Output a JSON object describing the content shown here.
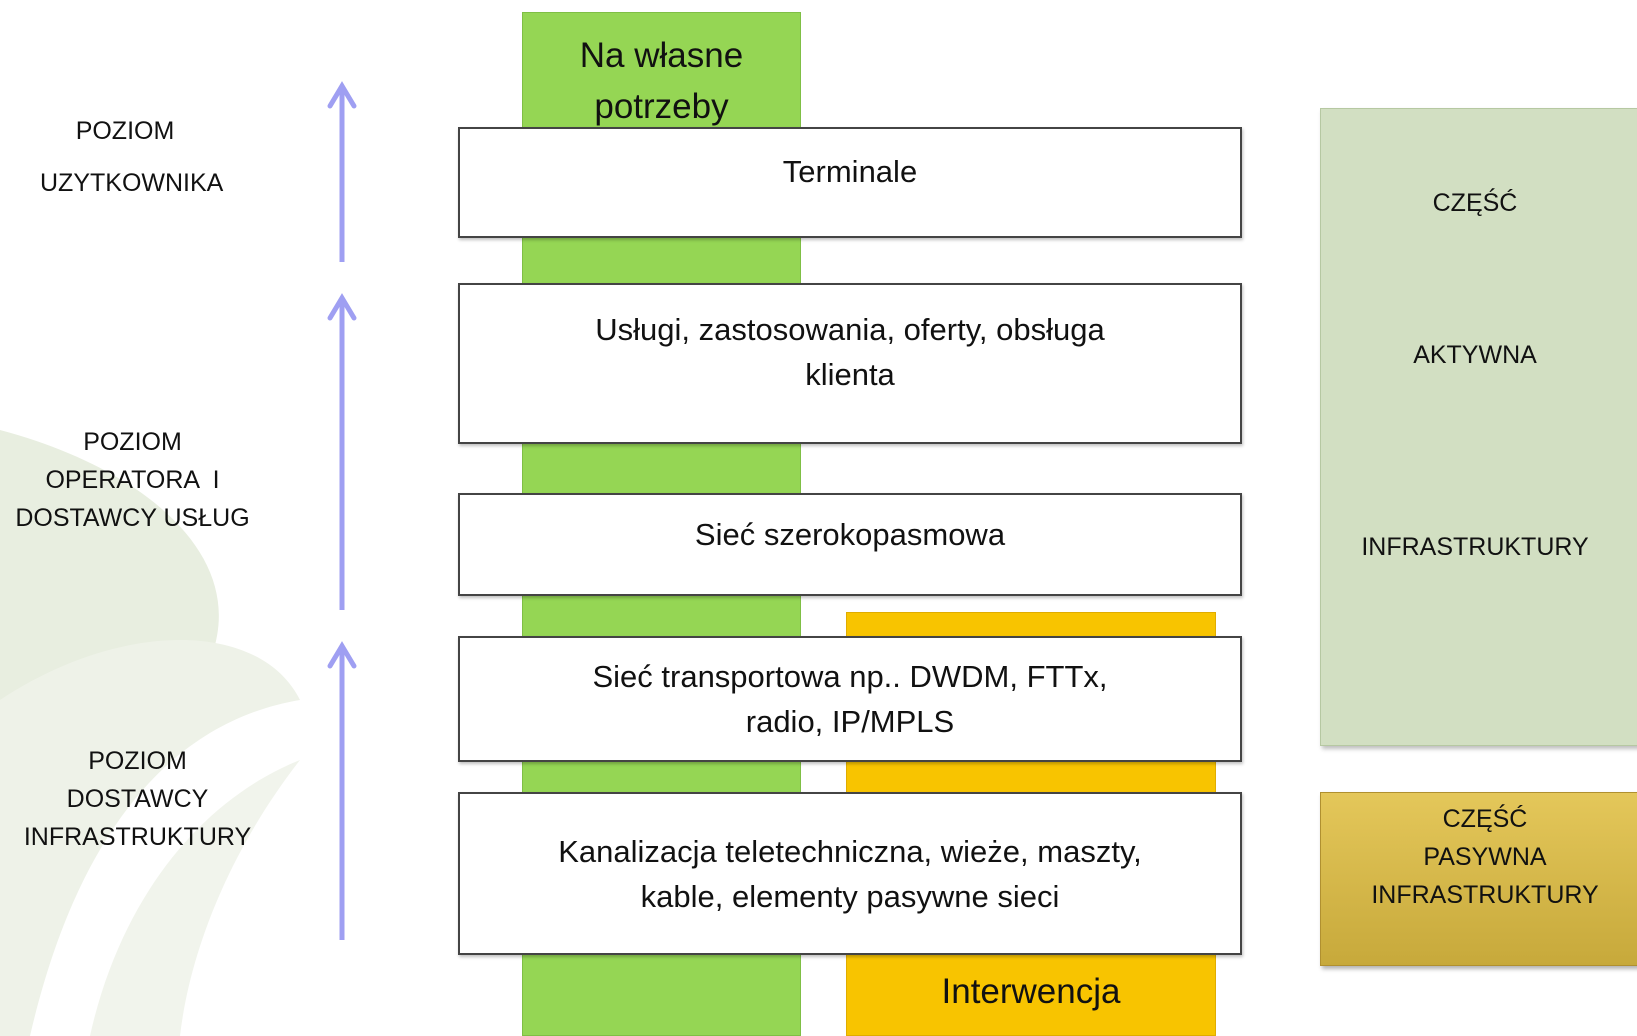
{
  "bars": {
    "green_label": "Na własne potrzeby",
    "yellow_label": "Interwencja"
  },
  "layers": [
    {
      "text": "Terminale"
    },
    {
      "text": "Usługi, zastosowania, oferty, obsługa klienta"
    },
    {
      "text": "Sieć szerokopasmowa"
    },
    {
      "text": "Sieć transportowa np.. DWDM, FTTx, radio, IP/MPLS"
    },
    {
      "text": "Kanalizacja teletechniczna, wieże, maszty, kable, elementy pasywne sieci"
    }
  ],
  "levels": {
    "user": {
      "line1": "POZIOM",
      "line2": "UZYTKOWNIKA"
    },
    "operator": {
      "line1": "POZIOM",
      "line2": "OPERATORA  I",
      "line3": "DOSTAWCY USŁUG"
    },
    "infra": {
      "line1": "POZIOM",
      "line2": "DOSTAWCY",
      "line3": "INFRASTRUKTURY"
    }
  },
  "right_panels": {
    "active": {
      "line1": "CZĘŚĆ",
      "line2": "AKTYWNA",
      "line3": "INFRASTRUKTURY"
    },
    "passive": {
      "line1": "CZĘŚĆ",
      "line2": "PASYWNA",
      "line3": "INFRASTRUKTURY"
    }
  },
  "colors": {
    "green_bar": "#95d654",
    "yellow_bar": "#f8c400",
    "arrow": "#9f9ff2",
    "active_panel": "#d2dfc2",
    "passive_panel": "#d4b64a"
  }
}
